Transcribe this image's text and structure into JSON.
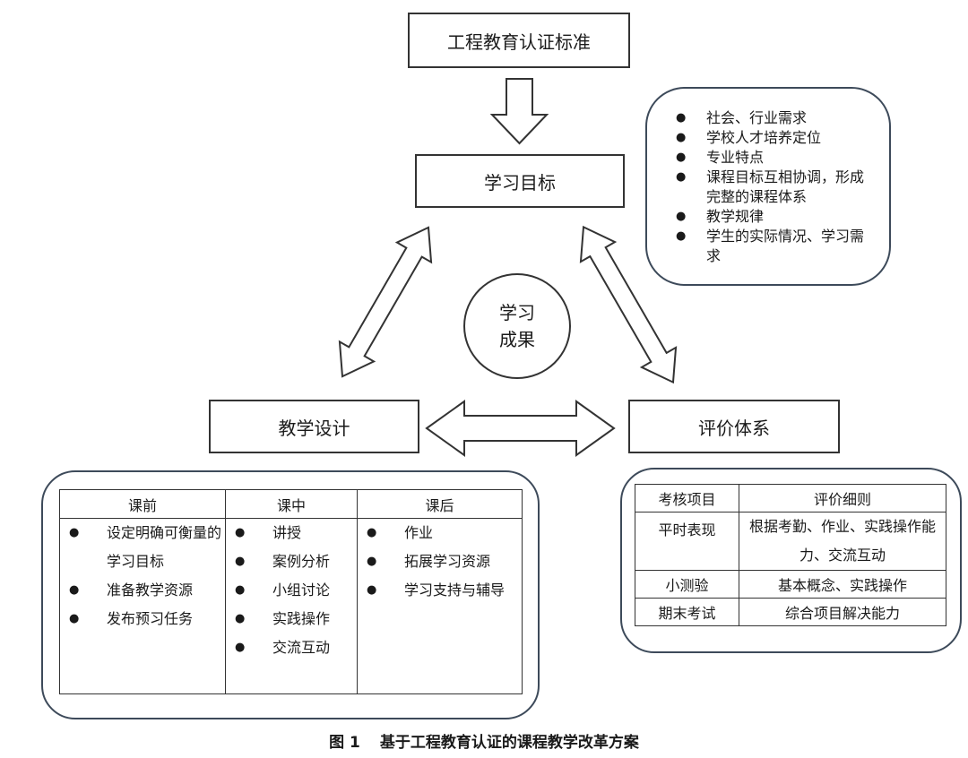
{
  "nodes": {
    "standard": "工程教育认证标准",
    "goal": "学习目标",
    "design": "教学设计",
    "evaluation": "评价体系",
    "outcome_line1": "学习",
    "outcome_line2": "成果"
  },
  "goal_factors": [
    "社会、行业需求",
    "学校人才培养定位",
    "专业特点",
    "课程目标互相协调，形成完整的课程体系",
    "教学规律",
    "学生的实际情况、学习需求"
  ],
  "design_table": {
    "headers": [
      "课前",
      "课中",
      "课后"
    ],
    "before": [
      "设定明确可衡量的学习目标",
      "准备教学资源",
      "发布预习任务"
    ],
    "during": [
      "讲授",
      "案例分析",
      "小组讨论",
      "实践操作",
      "交流互动"
    ],
    "after": [
      "作业",
      "拓展学习资源",
      "学习支持与辅导"
    ]
  },
  "eval_table": {
    "headers": [
      "考核项目",
      "评价细则"
    ],
    "rows": [
      {
        "item": "平时表现",
        "detail": "根据考勤、作业、实践操作能力、交流互动"
      },
      {
        "item": "小测验",
        "detail": "基本概念、实践操作"
      },
      {
        "item": "期末考试",
        "detail": "综合项目解决能力"
      }
    ]
  },
  "caption": {
    "number": "图 1",
    "title": "基于工程教育认证的课程教学改革方案"
  }
}
